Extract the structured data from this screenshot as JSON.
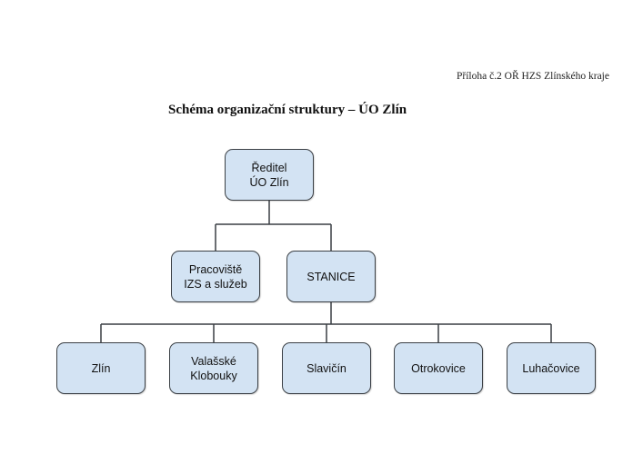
{
  "header": {
    "annex": "Příloha č.2 OŘ HZS Zlínského kraje"
  },
  "title": "Schéma organizační struktury – ÚO Zlín",
  "chart": {
    "root": "Ředitel\nÚO Zlín",
    "level2": [
      "Pracoviště\nIZS a služeb",
      "STANICE"
    ],
    "stations": [
      "Zlín",
      "Valašské\nKlobouky",
      "Slavičín",
      "Otrokovice",
      "Luhačovice"
    ]
  },
  "colors": {
    "box_fill": "#d3e3f3",
    "border": "#3a3f44"
  }
}
